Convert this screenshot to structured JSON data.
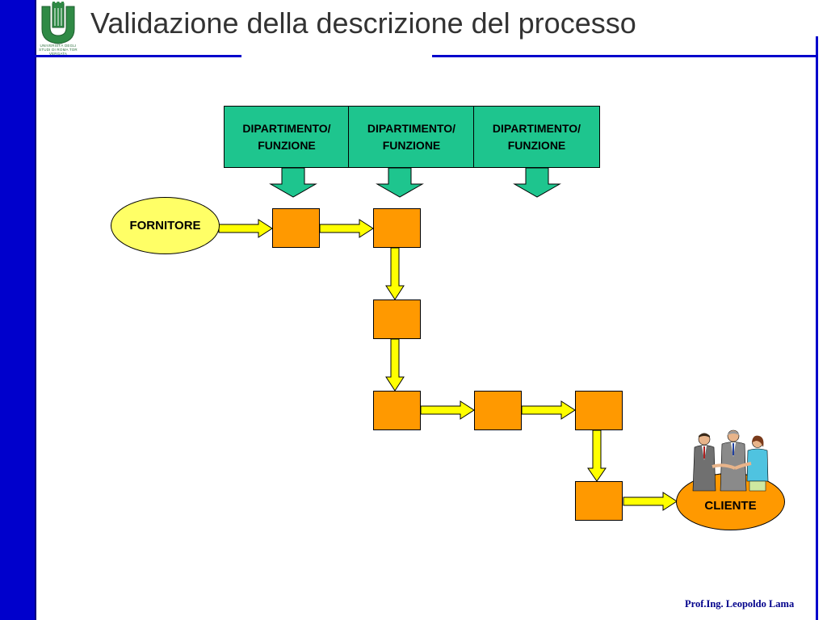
{
  "slide": {
    "title": "Validazione della descrizione del processo",
    "footer": "Prof.Ing. Leopoldo Lama",
    "logo_text": "UNIVERSITÀ DEGLI STUDI DI ROMA TOR VERGATA"
  },
  "departments": [
    {
      "line1": "DIPARTIMENTO/",
      "line2": "FUNZIONE"
    },
    {
      "line1": "DIPARTIMENTO/",
      "line2": "FUNZIONE"
    },
    {
      "line1": "DIPARTIMENTO/",
      "line2": "FUNZIONE"
    }
  ],
  "nodes": {
    "supplier": "FORNITORE",
    "customer": "CLIENTE"
  },
  "colors": {
    "accent_blue": "#0000cc",
    "department_green": "#1ec58e",
    "step_orange": "#ff9900",
    "arrow_yellow": "#ffff00",
    "ellipse_yellow": "#ffff66",
    "customer_orange": "#ff9900"
  }
}
